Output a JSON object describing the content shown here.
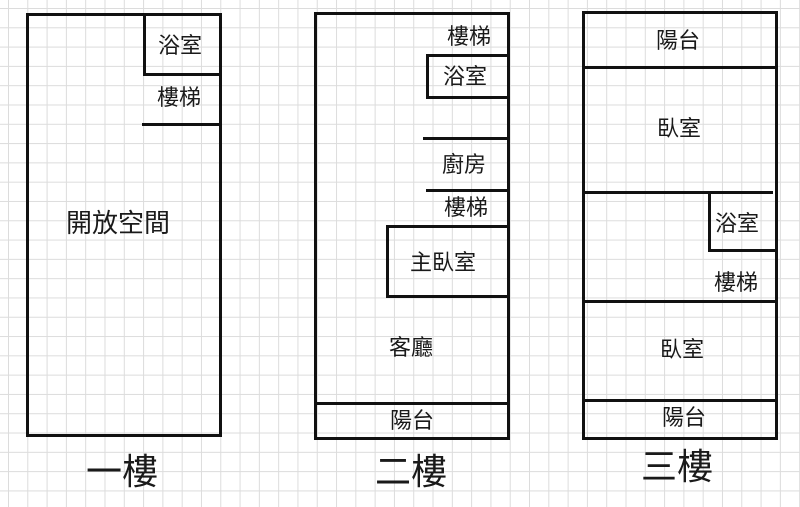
{
  "floors": [
    {
      "title": "一樓",
      "rooms": [
        "浴室",
        "樓梯",
        "開放空間"
      ]
    },
    {
      "title": "二樓",
      "rooms": [
        "樓梯",
        "浴室",
        "廚房",
        "樓梯",
        "主臥室",
        "客廳",
        "陽台"
      ]
    },
    {
      "title": "三樓",
      "rooms": [
        "陽台",
        "臥室",
        "浴室",
        "樓梯",
        "臥室",
        "陽台"
      ]
    }
  ]
}
